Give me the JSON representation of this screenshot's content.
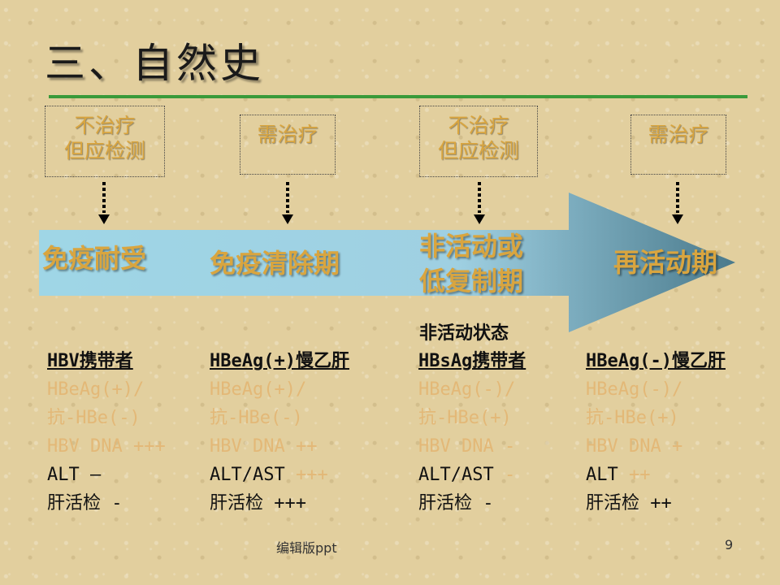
{
  "title": "三、自然史",
  "boxes": [
    {
      "line1": "不治疗",
      "line2": "但应检测"
    },
    {
      "line1": "需治疗",
      "line2": ""
    },
    {
      "line1": "不治疗",
      "line2": "但应检测"
    },
    {
      "line1": "需治疗",
      "line2": ""
    }
  ],
  "phases": {
    "p1": "免疫耐受",
    "p2": "免疫清除期",
    "p3_line1": "非活动或",
    "p3_line2": "低复制期",
    "p4": "再活动期"
  },
  "extra_label": "非活动状态",
  "columns": [
    {
      "head": "HBV携带者",
      "r1": "HBeAg(+)/",
      "r2": "抗-HBe(-)",
      "r3": "HBV DNA +++",
      "r4a": "ALT –",
      "r4b": "",
      "r5": "肝活检 -"
    },
    {
      "head": "HBeAg(+)慢乙肝",
      "r1": "HBeAg(+)/",
      "r2": "抗-HBe(-)",
      "r3": "HBV DNA ++",
      "r4a": "ALT/AST",
      "r4b": " +++",
      "r5": "肝活检 +++"
    },
    {
      "head": "HBsAg携带者",
      "r1": "HBeAg(-)/",
      "r2": "抗-HBe(+)",
      "r3": "HBV DNA -",
      "r4a": "ALT/AST",
      "r4b": " -",
      "r5": "肝活检 -"
    },
    {
      "head": "HBeAg(-)慢乙肝",
      "r1": "HBeAg(-)/",
      "r2": "抗-HBe(+)",
      "r3": "HBV DNA +",
      "r4a": "ALT",
      "r4b": " ++",
      "r5": "肝活检 ++"
    }
  ],
  "footer": {
    "source": "编辑版ppt",
    "page": "9"
  }
}
